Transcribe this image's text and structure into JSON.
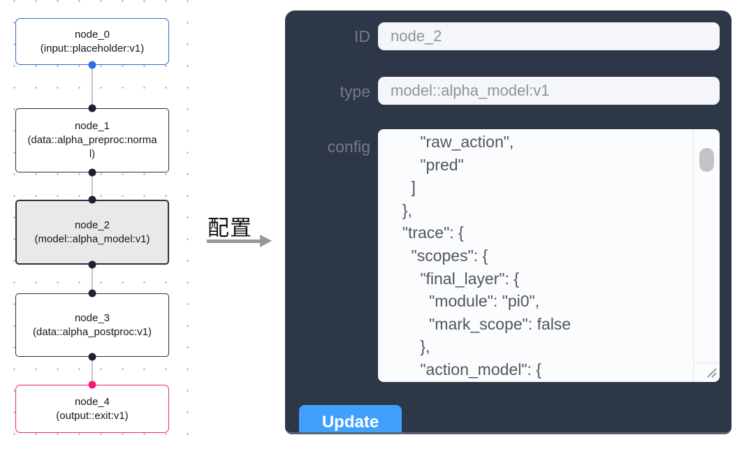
{
  "graph": {
    "nodes": [
      {
        "id": "node_0",
        "type_label": "(input::placeholder:v1)",
        "state": "input"
      },
      {
        "id": "node_1",
        "type_label": "(data::alpha_preproc:normal)",
        "state": "default"
      },
      {
        "id": "node_2",
        "type_label": "(model::alpha_model:v1)",
        "state": "selected"
      },
      {
        "id": "node_3",
        "type_label": "(data::alpha_postproc:v1)",
        "state": "default"
      },
      {
        "id": "node_4",
        "type_label": "(output::exit:v1)",
        "state": "output"
      }
    ]
  },
  "annotation": {
    "label": "配置"
  },
  "panel": {
    "fields": [
      {
        "label": "ID",
        "value": "node_2"
      },
      {
        "label": "type",
        "value": "model::alpha_model:v1"
      }
    ],
    "config": {
      "label": "config",
      "text": "      \"raw_action\",\n      \"pred\"\n    ]\n  },\n  \"trace\": {\n    \"scopes\": {\n      \"final_layer\": {\n        \"module\": \"pi0\",\n        \"mark_scope\": false\n      },\n      \"action_model\": {"
    },
    "update_label": "Update"
  },
  "colors": {
    "panel_bg": "#2d3748",
    "button_blue": "#41a0fc",
    "node_input_border": "#3565d6",
    "node_output_border": "#ee2277",
    "node_selected_fill": "#e9e9ea",
    "port_blue": "#2f6be0",
    "port_dark": "#1e2230",
    "port_pink": "#f0197b",
    "dot_grid": "#b7bbc2"
  }
}
